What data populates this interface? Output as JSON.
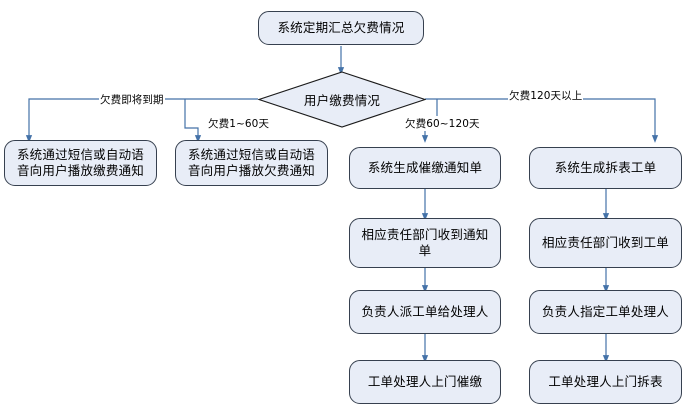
{
  "diagram": {
    "type": "flowchart",
    "title_node": "系统定期汇总欠费情况",
    "decision": "用户缴费情况",
    "branch_labels": {
      "b1": "欠费即将到期",
      "b2": "欠费1~60天",
      "b3": "欠费60~120天",
      "b4": "欠费120天以上"
    },
    "columns": [
      {
        "id": "col1",
        "steps": [
          "系统通过短信或自动语音向用户播放缴费通知"
        ]
      },
      {
        "id": "col2",
        "steps": [
          "系统通过短信或自动语音向用户播放欠费通知"
        ]
      },
      {
        "id": "col3",
        "steps": [
          "系统生成催缴通知单",
          "相应责任部门收到通知单",
          "负责人派工单给处理人",
          "工单处理人上门催缴"
        ]
      },
      {
        "id": "col4",
        "steps": [
          "系统生成拆表工单",
          "相应责任部门收到工单",
          "负责人指定工单处理人",
          "工单处理人上门拆表"
        ]
      }
    ],
    "colors": {
      "node_fill": "#e8edf7",
      "node_border": "#36404f",
      "connector": "#4472a8",
      "background": "#ffffff"
    }
  }
}
